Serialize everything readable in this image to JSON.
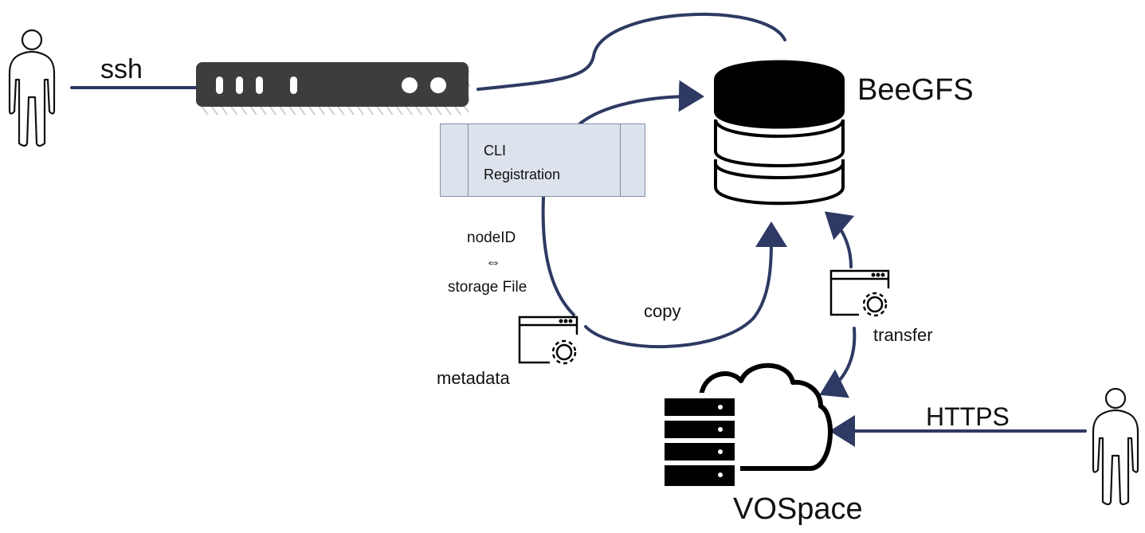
{
  "labels": {
    "ssh": "ssh",
    "beegfs": "BeeGFS",
    "cli_line1": "CLI",
    "cli_line2": "Registration",
    "nodeid": "nodeID",
    "equiv": "⇔",
    "storage_file": "storage File",
    "copy": "copy",
    "transfer": "transfer",
    "metadata": "metadata",
    "https": "HTTPS",
    "vospace": "VOSpace"
  },
  "colors": {
    "connector": "#2e3a63",
    "icon": "#111111",
    "server_body": "#3d3d3d",
    "cli_fill": "#dde3ec",
    "cli_border": "#7f8ea6"
  },
  "icons": [
    "user-icon",
    "server-rack-icon",
    "database-icon",
    "cloud-server-icon",
    "settings-window-icon"
  ]
}
